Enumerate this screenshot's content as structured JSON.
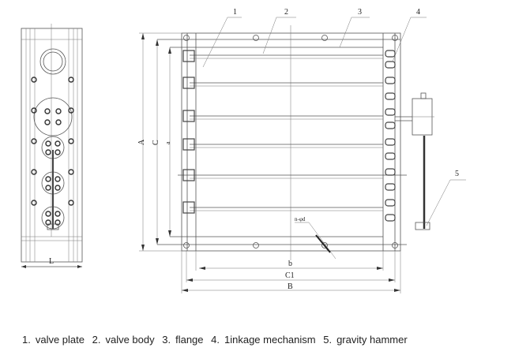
{
  "callouts": [
    "1",
    "2",
    "3",
    "4",
    "5"
  ],
  "dimensions": {
    "A": "A",
    "C": "C",
    "a": "a",
    "b": "b",
    "C1": "C1",
    "B": "B",
    "L": "L",
    "holes": "n-φd"
  },
  "legend": [
    {
      "num": "1.",
      "text": "valve plate"
    },
    {
      "num": "2.",
      "text": "valve body"
    },
    {
      "num": "3.",
      "text": "flange"
    },
    {
      "num": "4.",
      "text": "1inkage mechanism"
    },
    {
      "num": "5.",
      "text": "gravity hammer"
    }
  ]
}
